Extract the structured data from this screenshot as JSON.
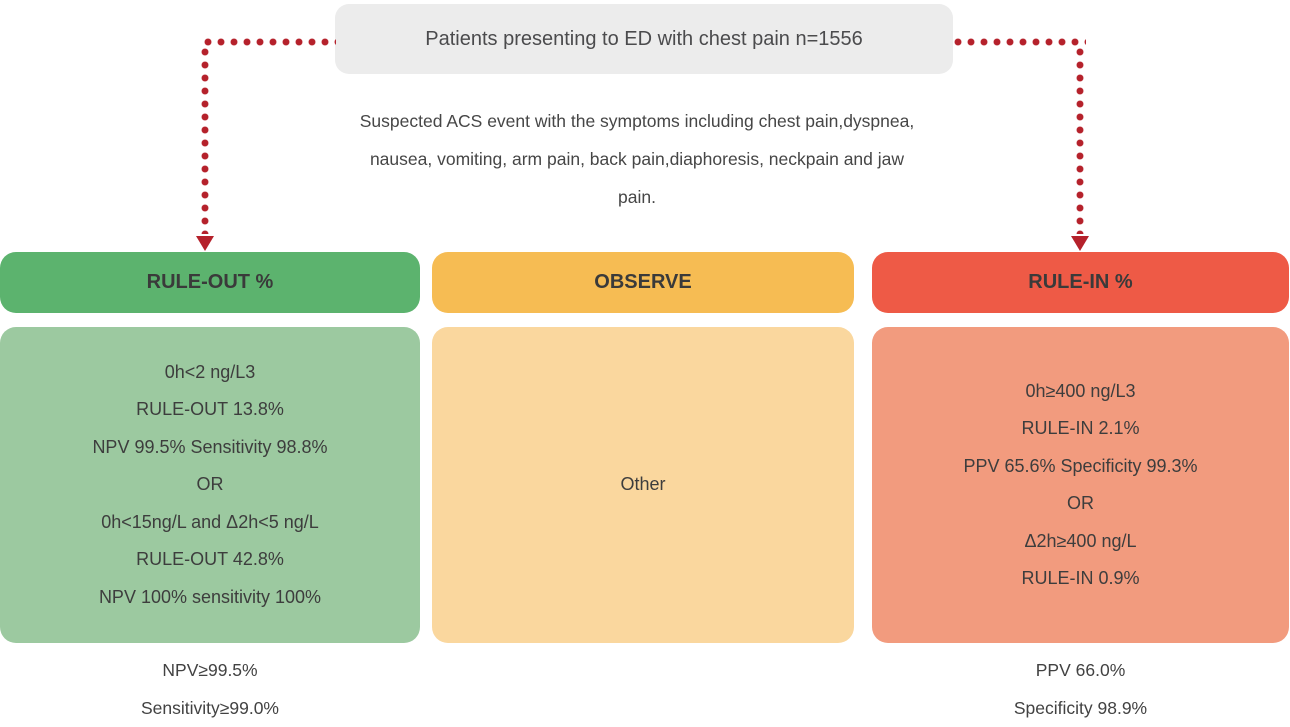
{
  "top_box": {
    "text": "Patients presenting to ED with chest pain n=1556",
    "bg": "#ececec"
  },
  "description": {
    "lines": [
      "Suspected ACS event with the symptoms including chest pain,dyspnea,",
      "nausea, vomiting, arm pain, back pain,diaphoresis, neckpain and jaw",
      "pain."
    ]
  },
  "connector": {
    "color": "#b5212b"
  },
  "columns": [
    {
      "header": "RULE-OUT %",
      "header_bg": "#5cb36e",
      "body_bg": "#9cc9a0",
      "body_lines": [
        "0h<2 ng/L3",
        "RULE-OUT 13.8%",
        "NPV 99.5% Sensitivity 98.8%",
        "OR",
        "0h<15ng/L and Δ2h<5 ng/L",
        "RULE-OUT 42.8%",
        "NPV 100% sensitivity 100%"
      ],
      "footer_lines": [
        "NPV≥99.5%",
        "Sensitivity≥99.0%"
      ]
    },
    {
      "header": "OBSERVE",
      "header_bg": "#f6bc53",
      "body_bg": "#fad79e",
      "body_lines": [
        "Other"
      ],
      "footer_lines": []
    },
    {
      "header": "RULE-IN %",
      "header_bg": "#ee5a46",
      "body_bg": "#f29b7e",
      "body_lines": [
        "0h≥400 ng/L3",
        "RULE-IN 2.1%",
        "PPV 65.6% Specificity 99.3%",
        "OR",
        "Δ2h≥400 ng/L",
        "RULE-IN 0.9%"
      ],
      "footer_lines": [
        "PPV 66.0%",
        "Specificity 98.9%"
      ]
    }
  ]
}
